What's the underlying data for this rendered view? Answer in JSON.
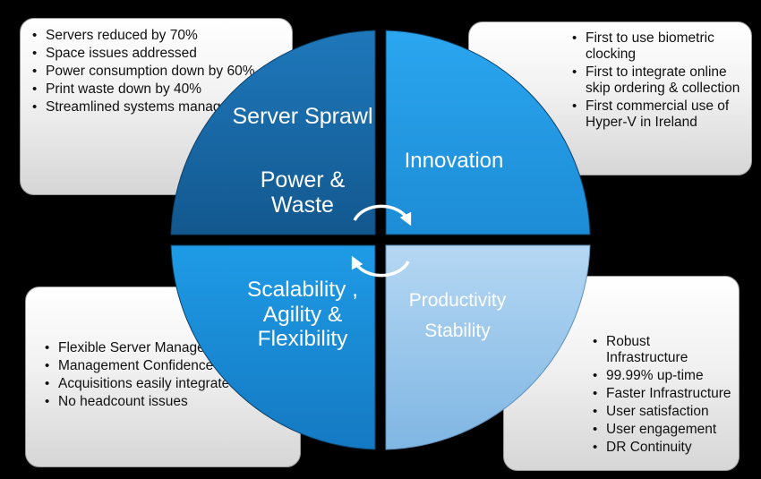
{
  "quadrants": {
    "top_left": {
      "line1": "Server Sprawl",
      "line2": "Power & Waste",
      "color": "#1b6ca8"
    },
    "top_right": {
      "label": "Innovation",
      "color": "#2da3ea"
    },
    "bottom_left": {
      "label": "Scalability , Agility & Flexibility",
      "color": "#1a8fd8"
    },
    "bottom_right": {
      "line1": "Productivity",
      "line2": "Stability",
      "color": "#9fcbee"
    }
  },
  "boxes": {
    "top_left": {
      "items": [
        "Servers reduced by 70%",
        "Space issues addressed",
        "Power consumption down by 60%",
        "Print waste down by 40%",
        "Streamlined systems management"
      ]
    },
    "top_right": {
      "items": [
        "First to use biometric clocking",
        "First to integrate online skip ordering & collection",
        "First commercial use of Hyper-V in Ireland"
      ]
    },
    "bottom_left": {
      "items": [
        "Flexible Server Management",
        "Management Confidence",
        "Acquisitions easily integrated",
        "No headcount issues"
      ]
    },
    "bottom_right": {
      "items": [
        "Robust Infrastructure",
        "99.99% up-time",
        "Faster Infrastructure",
        "User satisfaction",
        "User engagement",
        "DR Continuity"
      ]
    }
  },
  "cycle_icon": "circular-arrows-icon"
}
